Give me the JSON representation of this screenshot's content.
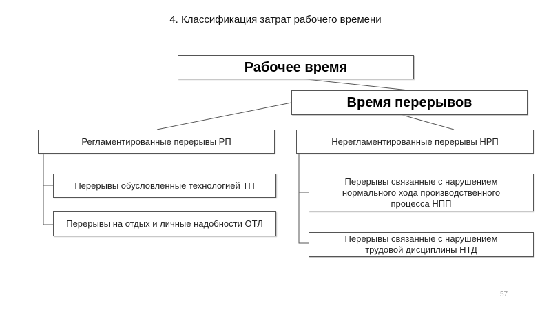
{
  "title": "4. Классификация затрат рабочего времени",
  "nodes": {
    "working_time": "Рабочее время",
    "break_time": "Время перерывов",
    "regulated": "Регламентированные перерывы РП",
    "unregulated": "Нерегламентированные перерывы НРП",
    "tech": "Перерывы обусловленные технологией ТП",
    "rest": "Перерывы на отдых и личные надобности ОТЛ",
    "production": "Перерывы связанные с нарушением нормального хода производственного процесса НПП",
    "discipline": "Перерывы связанные с нарушением трудовой дисциплины НТД"
  },
  "page_number": "57"
}
